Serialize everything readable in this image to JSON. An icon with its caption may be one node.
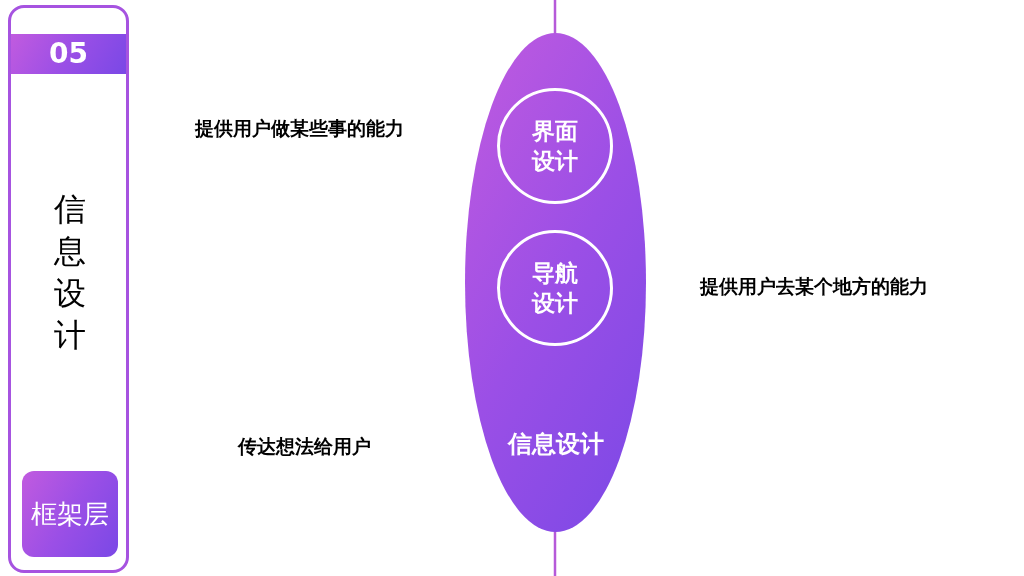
{
  "diagram": {
    "nodes": [
      {
        "text": [
          "信息设计"
        ]
      },
      {
        "text": [
          "05"
        ],
        "in": 0
      },
      {
        "text": [
          "框架层"
        ],
        "in": 0
      },
      {
        "text": [
          "信息设计"
        ]
      },
      {
        "text": [
          "界面设计"
        ],
        "in": 3
      },
      {
        "text": [
          "导航设计"
        ],
        "in": 3
      }
    ],
    "labels": [
      "提供用户做某些事的能力",
      "提供用户去某个地方的能力",
      "传达想法给用户"
    ]
  }
}
